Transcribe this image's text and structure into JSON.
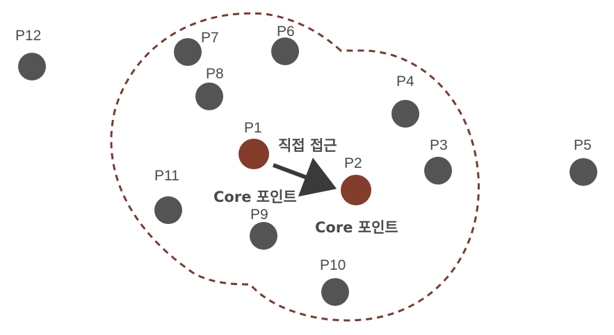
{
  "colors": {
    "normal_point": "#545454",
    "core_point": "#843c2c",
    "boundary": "#7b3a2e",
    "arrow": "#3a3a3a",
    "text": "#4a4a4a"
  },
  "points": [
    {
      "id": "p1",
      "label": "P1",
      "kind": "core"
    },
    {
      "id": "p2",
      "label": "P2",
      "kind": "core"
    },
    {
      "id": "p3",
      "label": "P3",
      "kind": "normal"
    },
    {
      "id": "p4",
      "label": "P4",
      "kind": "normal"
    },
    {
      "id": "p5",
      "label": "P5",
      "kind": "normal"
    },
    {
      "id": "p6",
      "label": "P6",
      "kind": "normal"
    },
    {
      "id": "p7",
      "label": "P7",
      "kind": "normal"
    },
    {
      "id": "p8",
      "label": "P8",
      "kind": "normal"
    },
    {
      "id": "p9",
      "label": "P9",
      "kind": "normal"
    },
    {
      "id": "p10",
      "label": "P10",
      "kind": "normal"
    },
    {
      "id": "p11",
      "label": "P11",
      "kind": "normal"
    },
    {
      "id": "p12",
      "label": "P12",
      "kind": "normal"
    }
  ],
  "annotations": {
    "direct_access": "직접 접근",
    "core_point_p1": "Core 포인트",
    "core_point_p2": "Core 포인트"
  }
}
